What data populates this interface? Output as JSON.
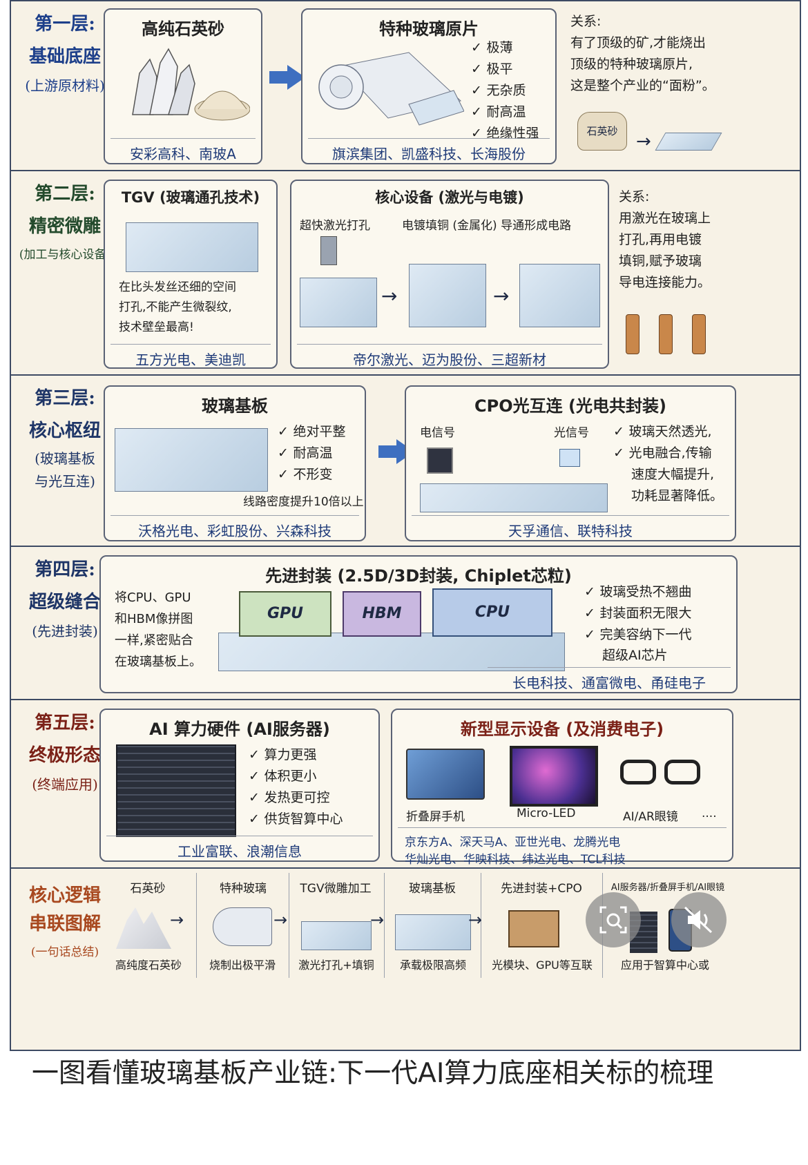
{
  "layers": [
    {
      "num": "第一层:",
      "name": "基础底座",
      "paren": "(上游原材料)",
      "boxA": {
        "title": "高纯石英砂",
        "companies": "安彩高科、南玻A"
      },
      "boxB": {
        "title": "特种玻璃原片",
        "checks": [
          "极薄",
          "极平",
          "无杂质",
          "耐高温",
          "绝缘性强"
        ],
        "companies": "旗滨集团、凯盛科技、长海股份"
      },
      "relation": {
        "heading": "关系:",
        "lines": [
          "有了顶级的矿,才能烧出",
          "顶级的特种玻璃原片,",
          "这是整个产业的“面粉”。"
        ],
        "bag_label": "石英砂"
      }
    },
    {
      "num": "第二层:",
      "name": "精密微雕",
      "paren": "(加工与核心设备)",
      "boxA": {
        "title": "TGV (玻璃通孔技术)",
        "lines": [
          "在比头发丝还细的空间",
          "打孔,不能产生微裂纹,",
          "技术壁垒最高!"
        ],
        "companies": "五方光电、美迪凯"
      },
      "boxB": {
        "title": "核心设备 (激光与电镀)",
        "label1": "超快激光打孔",
        "label2": "电镀填铜 (金属化) 导通形成电路",
        "companies": "帝尔激光、迈为股份、三超新材"
      },
      "relation": {
        "heading": "关系:",
        "lines": [
          "用激光在玻璃上",
          "打孔,再用电镀",
          "填铜,赋予玻璃",
          "导电连接能力。"
        ]
      }
    },
    {
      "num": "第三层:",
      "name": "核心枢纽",
      "paren1": "(玻璃基板",
      "paren2": "与光互连)",
      "boxA": {
        "title": "玻璃基板",
        "checks": [
          "绝对平整",
          "耐高温",
          "不形变"
        ],
        "note": "线路密度提升10倍以上",
        "companies": "沃格光电、彩虹股份、兴森科技"
      },
      "boxB": {
        "title": "CPO光互连 (光电共封装)",
        "label_e": "电信号",
        "label_o": "光信号",
        "checks": [
          "玻璃天然透光,",
          "光电融合,传输"
        ],
        "extra": [
          "速度大幅提升,",
          "功耗显著降低。"
        ],
        "companies": "天孚通信、联特科技"
      }
    },
    {
      "num": "第四层:",
      "name": "超级缝合",
      "paren": "(先进封装)",
      "box": {
        "title": "先进封装 (2.5D/3D封装, Chiplet芯粒)",
        "lines": [
          "将CPU、GPU",
          "和HBM像拼图",
          "一样,紧密贴合",
          "在玻璃基板上。"
        ],
        "chips": [
          "GPU",
          "HBM",
          "CPU"
        ],
        "checks": [
          "玻璃受热不翘曲",
          "封装面积无限大",
          "完美容纳下一代"
        ],
        "extra": "超级AI芯片",
        "companies": "长电科技、通富微电、甬硅电子"
      }
    },
    {
      "num": "第五层:",
      "name": "终极形态",
      "paren": "(终端应用)",
      "boxA": {
        "title": "AI 算力硬件 (AI服务器)",
        "checks": [
          "算力更强",
          "体积更小",
          "发热更可控",
          "供货智算中心"
        ],
        "companies": "工业富联、浪潮信息"
      },
      "boxB": {
        "title": "新型显示设备 (及消费电子)",
        "devices": [
          "折叠屏手机",
          "Micro-LED",
          "AI/AR眼镜",
          "...."
        ],
        "companies1": "京东方A、深天马A、亚世光电、龙腾光电",
        "companies2": "华灿光电、华映科技、纬达光电、TCL科技"
      }
    }
  ],
  "flow": {
    "title1": "核心逻辑",
    "title2": "串联图解",
    "paren": "(一句话总结)",
    "steps": [
      {
        "label": "石英砂",
        "caption": "高纯度石英砂"
      },
      {
        "label": "特种玻璃",
        "caption": "烧制出极平滑"
      },
      {
        "label": "TGV微雕加工",
        "caption": "激光打孔+填铜"
      },
      {
        "label": "玻璃基板",
        "caption": "承载极限高频"
      },
      {
        "label": "先进封装+CPO",
        "caption": "光模块、GPU等互联"
      },
      {
        "label": "AI服务器/折叠屏手机/AI眼镜",
        "caption": "应用于智算中心或"
      }
    ]
  },
  "caption": "一图看懂玻璃基板产业链:下一代AI算力底座相关标的梳理",
  "colors": {
    "accent": "#3e6fc0",
    "border": "#3d4a63",
    "paper": "#f7f2e6"
  }
}
